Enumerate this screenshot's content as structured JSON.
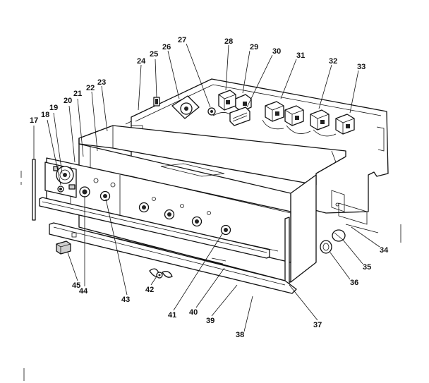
{
  "diagram": {
    "callouts": [
      {
        "id": "17",
        "label": "17"
      },
      {
        "id": "18",
        "label": "18"
      },
      {
        "id": "19",
        "label": "19"
      },
      {
        "id": "20",
        "label": "20"
      },
      {
        "id": "21",
        "label": "21"
      },
      {
        "id": "22",
        "label": "22"
      },
      {
        "id": "23",
        "label": "23"
      },
      {
        "id": "24",
        "label": "24"
      },
      {
        "id": "25",
        "label": "25"
      },
      {
        "id": "26",
        "label": "26"
      },
      {
        "id": "27",
        "label": "27"
      },
      {
        "id": "28",
        "label": "28"
      },
      {
        "id": "29",
        "label": "29"
      },
      {
        "id": "30",
        "label": "30"
      },
      {
        "id": "31",
        "label": "31"
      },
      {
        "id": "32",
        "label": "32"
      },
      {
        "id": "33",
        "label": "33"
      },
      {
        "id": "34",
        "label": "34"
      },
      {
        "id": "35",
        "label": "35"
      },
      {
        "id": "36",
        "label": "36"
      },
      {
        "id": "37",
        "label": "37"
      },
      {
        "id": "38",
        "label": "38"
      },
      {
        "id": "39",
        "label": "39"
      },
      {
        "id": "40",
        "label": "40"
      },
      {
        "id": "41",
        "label": "41"
      },
      {
        "id": "42",
        "label": "42"
      },
      {
        "id": "43",
        "label": "43"
      },
      {
        "id": "44",
        "label": "44"
      },
      {
        "id": "45",
        "label": "45"
      }
    ]
  }
}
